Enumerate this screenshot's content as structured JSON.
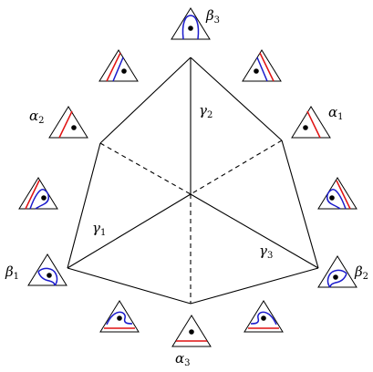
{
  "labels": {
    "alpha1": {
      "base": "α",
      "sub": "1"
    },
    "alpha2": {
      "base": "α",
      "sub": "2"
    },
    "alpha3": {
      "base": "α",
      "sub": "3"
    },
    "beta1": {
      "base": "β",
      "sub": "1"
    },
    "beta2": {
      "base": "β",
      "sub": "2"
    },
    "beta3": {
      "base": "β",
      "sub": "3"
    },
    "gamma1": {
      "base": "γ",
      "sub": "1"
    },
    "gamma2": {
      "base": "γ",
      "sub": "2"
    },
    "gamma3": {
      "base": "γ",
      "sub": "3"
    }
  },
  "colors": {
    "curve_blue": "#1a1acc",
    "curve_red": "#e01010",
    "stroke": "#000000"
  }
}
